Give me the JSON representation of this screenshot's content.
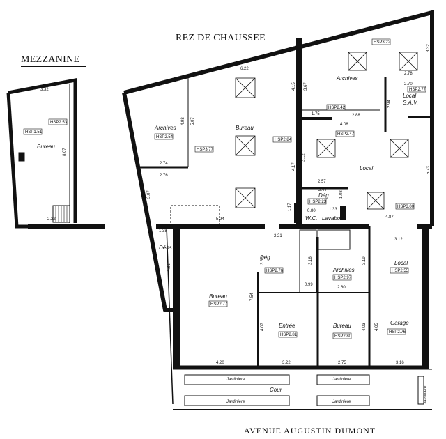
{
  "titles": {
    "mezzanine": "MEZZANINE",
    "ground_floor": "REZ DE CHAUSSEE",
    "street": "AVENUE    AUGUSTIN    DUMONT"
  },
  "rooms": {
    "mezz_bureau": "Bureau",
    "archives_1": "Archives",
    "bureau_big": "Bureau",
    "archives_top": "Archives",
    "local_sav_1": "Local",
    "local_sav_2": "S.A.V.",
    "local_center": "Local",
    "deg_1": "Dég.",
    "wc": "W.C.",
    "lavabos": "Lavabos",
    "debs": "Débs",
    "deg_2": "Dég.",
    "bureau_left": "Bureau",
    "archives_mid": "Archives",
    "local_right": "Local",
    "entree": "Entrée",
    "bureau_small": "Bureau",
    "garage": "Garage",
    "cour": "Cour",
    "jardiniere_1": "Jardinière",
    "jardiniere_2": "Jardinière",
    "jardiniere_3": "Jardinière",
    "jardiniere_4": "Jardinière",
    "jardiniere_5": "Jardinière"
  },
  "tags": {
    "hsp253": "HSP2.53",
    "hsp151": "HSP1.51",
    "hsp254": "HSP2.54",
    "hsp377": "HSP3.77",
    "hsp284": "HSP2.84",
    "hsp242": "HSP2.42",
    "hsp247": "HSP2.47",
    "hsp322": "HSP3.22",
    "hsp277a": "HSP2.77",
    "hsp223": "HSP2.23",
    "hsp300": "HSP3.00",
    "hsp276a": "HSP2.76",
    "hsp297": "HSP2.97",
    "hsp255": "HSP2.55",
    "hsp277b": "HSP2.77",
    "hsp281": "HSP2.81",
    "hsp280": "HSP2.80",
    "hsp276b": "HSP2.76"
  },
  "dimensions": {
    "d332a": "3.32",
    "d807": "8.07",
    "d222": "2.22",
    "d622": "6.22",
    "d415": "4.15",
    "d367": "3.67",
    "d332b": "3.32",
    "d278": "2.78",
    "d270": "2.70",
    "d294": "2.94",
    "d175": "1.75",
    "d288": "2.88",
    "d408": "4.08",
    "d498": "4.98",
    "d507": "5.07",
    "d274": "2.74",
    "d276": "2.76",
    "d312a": "3.12",
    "d417": "4.17",
    "d257": "2.57",
    "d244": "2.44",
    "d108": "1.08",
    "d573": "5.73",
    "d307": "3.07",
    "d594": "5.94",
    "d117a": "1.17",
    "d080": "0.80",
    "d133": "1.33",
    "d117b": "1.17",
    "d487": "4.87",
    "d138": "1.38",
    "d221": "2.21",
    "d336": "3.36",
    "d481": "4.81",
    "d316": "3.16",
    "d319": "3.19",
    "d312b": "3.12",
    "d099": "0.99",
    "d260": "2.60",
    "d754": "7.54",
    "d407": "4.07",
    "d403": "4.03",
    "d405": "4.05",
    "d420": "4.20",
    "d322": "3.22",
    "d275": "2.75",
    "d316b": "3.16"
  }
}
